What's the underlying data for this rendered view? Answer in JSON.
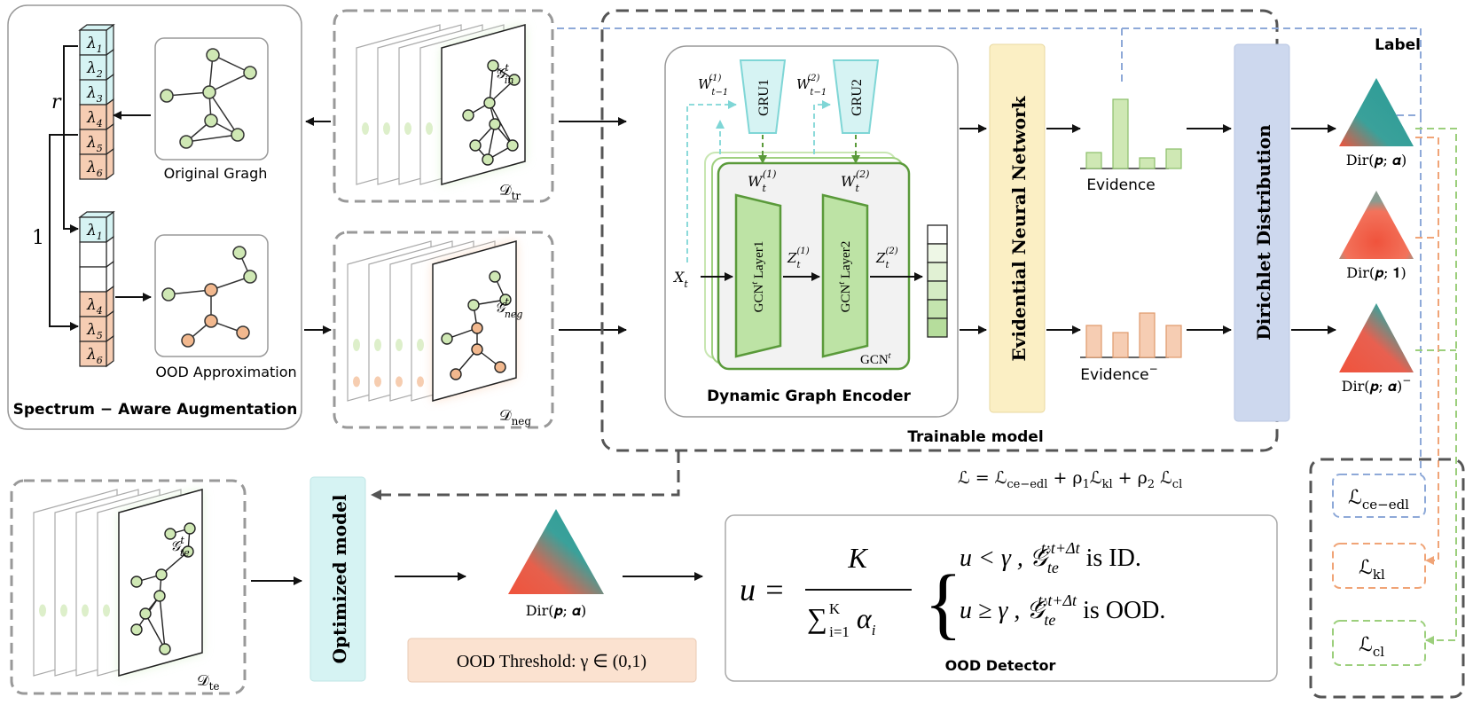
{
  "labels": {
    "spectrum_title": "Spectrum − Aware Augmentation",
    "original_graph": "Original Gragh",
    "ood_approximation": "OOD Approximation",
    "r_label": "r",
    "one_label": "1",
    "d_tr": "𝒟",
    "d_tr_sub": "tr",
    "d_neg": "𝒟",
    "d_neg_sub": "neg",
    "d_te": "𝒟",
    "d_te_sub": "te",
    "g_in": "𝒢",
    "g_in_sub": "in",
    "g_neg": "𝒢",
    "g_neg_sub": "neg",
    "g_te": "𝒢",
    "g_te_sub": "te",
    "sup_t": "t",
    "gru1": "GRU1",
    "gru2": "GRU2",
    "w_prev1": "W",
    "w_prev1_sub": "t−1",
    "w_prev1_sup": "(1)",
    "w_prev2": "W",
    "w_prev2_sub": "t−1",
    "w_prev2_sup": "(2)",
    "w1": "W",
    "w1_sub": "t",
    "w1_sup": "(1)",
    "w2": "W",
    "w2_sub": "t",
    "w2_sup": "(2)",
    "xt": "X",
    "xt_sub": "t",
    "z1": "Z",
    "z1_sub": "t",
    "z1_sup": "(1)",
    "z2": "Z",
    "z2_sub": "t",
    "z2_sup": "(2)",
    "layer1": "GCN",
    "layer1_rest": " Layer1",
    "layer2": "GCN",
    "layer2_rest": " Layer2",
    "gcn_t": "GCN",
    "encoder_title": "Dynamic Graph Encoder",
    "evidential_nn": "Evidential Neural Network",
    "dirichlet": "Dirichlet Distribution",
    "evidence": "Evidence",
    "evidence_neg": "Evidence",
    "evidence_neg_sup": "−",
    "trainable_model": "Trainable model",
    "label": "Label",
    "dir_alpha": "Dir(𝒑; 𝜶)",
    "dir_one": "Dir(𝒑; 𝟏)",
    "dir_alpha_neg": "Dir(𝒑; 𝜶)",
    "dir_alpha_neg_sup": "−",
    "dir_alpha_bottom": "Dir(𝒑; 𝜶)",
    "loss_eq": "ℒ = ℒ",
    "loss_eq_sub1": "ce−edl",
    "loss_eq_mid1": " + ρ",
    "loss_eq_sub_rho1": "1",
    "loss_eq_mid2": "ℒ",
    "loss_eq_sub2": "kl",
    "loss_eq_mid3": " + ρ",
    "loss_eq_sub_rho2": "2",
    "loss_eq_mid4": " ℒ",
    "loss_eq_sub3": "cl",
    "l_ce": "ℒ",
    "l_ce_sub": "ce−edl",
    "l_kl": "ℒ",
    "l_kl_sub": "kl",
    "l_cl": "ℒ",
    "l_cl_sub": "cl",
    "optimized_model": "Optimized model",
    "ood_threshold": "OOD Threshold: γ ∈ (0,1)",
    "ood_detector": "OOD Detector",
    "u_eq": "u =",
    "frac_num": "K",
    "frac_den": "∑",
    "frac_den_sup": "K",
    "frac_den_sub": "i=1",
    "frac_den_rest": " α",
    "frac_den_rest_sub": "i",
    "case1_a": "u < γ , 𝒢",
    "case1_sub": "te",
    "case1_sup": "t:t+Δt",
    "case1_b": " is ID.",
    "case2_a": "u ≥ γ , 𝒢",
    "case2_sub": "te",
    "case2_sup": "t:t+Δt",
    "case2_b": " is OOD."
  },
  "lambda_top": [
    "λ1",
    "λ2",
    "λ3",
    "λ4",
    "λ5",
    "λ6"
  ],
  "lambda_bottom": [
    "λ1",
    "",
    "",
    "λ4",
    "λ5",
    "λ6"
  ],
  "evidence_bars": [
    18,
    78,
    12,
    22
  ],
  "evidence_neg_bars": [
    36,
    28,
    50,
    36
  ],
  "colors": {
    "cyan": "#d6f3f3",
    "orange": "#f6cdb3",
    "green_node": "#cfe8b4",
    "orange_node": "#f2b88e",
    "gcn_green": "#bde3a5",
    "enn_yellow": "#fbefc4",
    "dirichlet_blue": "#cdd8ee",
    "blue_dash": "#8ea9d8",
    "orange_dash": "#f0a477",
    "green_dash": "#9ccf7c",
    "teal": "#2a9a96",
    "red": "#f0533c"
  }
}
